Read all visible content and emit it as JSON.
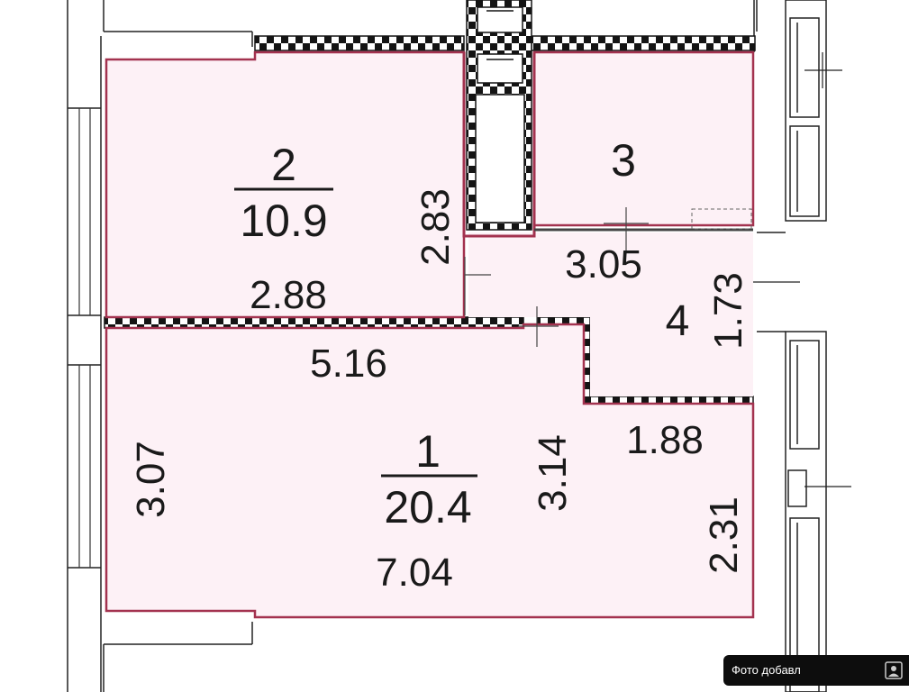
{
  "rooms": [
    {
      "number": "1",
      "area": "20.4"
    },
    {
      "number": "2",
      "area": "10.9"
    },
    {
      "number": "3",
      "area": ""
    },
    {
      "number": "4",
      "area": ""
    }
  ],
  "dimensions": {
    "room2_width": "2.88",
    "room2_height": "2.83",
    "room1_top_width": "5.16",
    "room1_left_height": "3.07",
    "room1_mid_height": "3.14",
    "room1_bottom_width": "7.04",
    "room1_right_width": "1.88",
    "room1_right_height": "2.31",
    "hall_width": "3.05",
    "hall_height": "1.73"
  },
  "badge": {
    "text": "Фото добавл"
  },
  "colors": {
    "outline": "#a3324f",
    "room_fill": "#fdf1f6",
    "wall": "#141414"
  }
}
